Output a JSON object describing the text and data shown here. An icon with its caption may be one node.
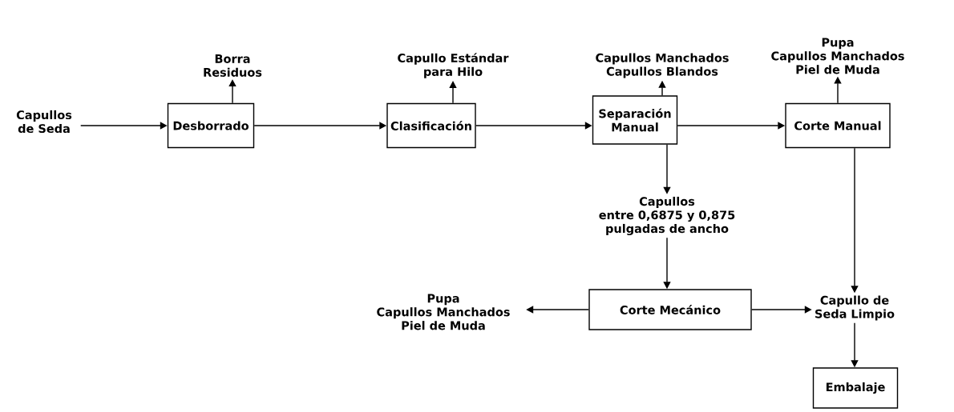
{
  "diagram": {
    "nodes": [
      {
        "text": [
          "Capullos de Seda"
        ]
      },
      {
        "text": [
          "Desborrado"
        ]
      },
      {
        "text": [
          "Borra Residuos"
        ]
      },
      {
        "text": [
          "Clasificación"
        ]
      },
      {
        "text": [
          "Capullo Estándar para Hilo"
        ]
      },
      {
        "text": [
          "Separación Manual"
        ]
      },
      {
        "text": [
          "Capullos Manchados Capullos Blandos"
        ]
      },
      {
        "text": [
          "Corte Manual"
        ]
      },
      {
        "text": [
          "Pupa Capullos Manchados Piel de Muda"
        ]
      },
      {
        "text": [
          "Capullos entre 0,6875 y 0,875 pulgadas de ancho"
        ]
      },
      {
        "text": [
          "Corte Mecánico"
        ]
      },
      {
        "text": [
          "Pupa Capullos Manchados Piel de Muda"
        ]
      },
      {
        "text": [
          "Capullo de Seda Limpio"
        ]
      },
      {
        "text": [
          "Embalaje"
        ]
      }
    ],
    "edges": [
      {
        "from": 0,
        "to": 1,
        "arrow": "to"
      },
      {
        "from": 1,
        "to": 2,
        "arrow": "to"
      },
      {
        "from": 1,
        "to": 3,
        "arrow": "to"
      },
      {
        "from": 3,
        "to": 4,
        "arrow": "to"
      },
      {
        "from": 3,
        "to": 5,
        "arrow": "to"
      },
      {
        "from": 5,
        "to": 6,
        "arrow": "to"
      },
      {
        "from": 5,
        "to": 7,
        "arrow": "to"
      },
      {
        "from": 7,
        "to": 8,
        "arrow": "to"
      },
      {
        "from": 5,
        "to": 9,
        "arrow": "to"
      },
      {
        "from": 9,
        "to": 10,
        "arrow": "to"
      },
      {
        "from": 10,
        "to": 11,
        "arrow": "to"
      },
      {
        "from": 10,
        "to": 12,
        "arrow": "to"
      },
      {
        "from": 7,
        "to": 12,
        "arrow": "to"
      },
      {
        "from": 12,
        "to": 13,
        "arrow": "to"
      }
    ]
  }
}
